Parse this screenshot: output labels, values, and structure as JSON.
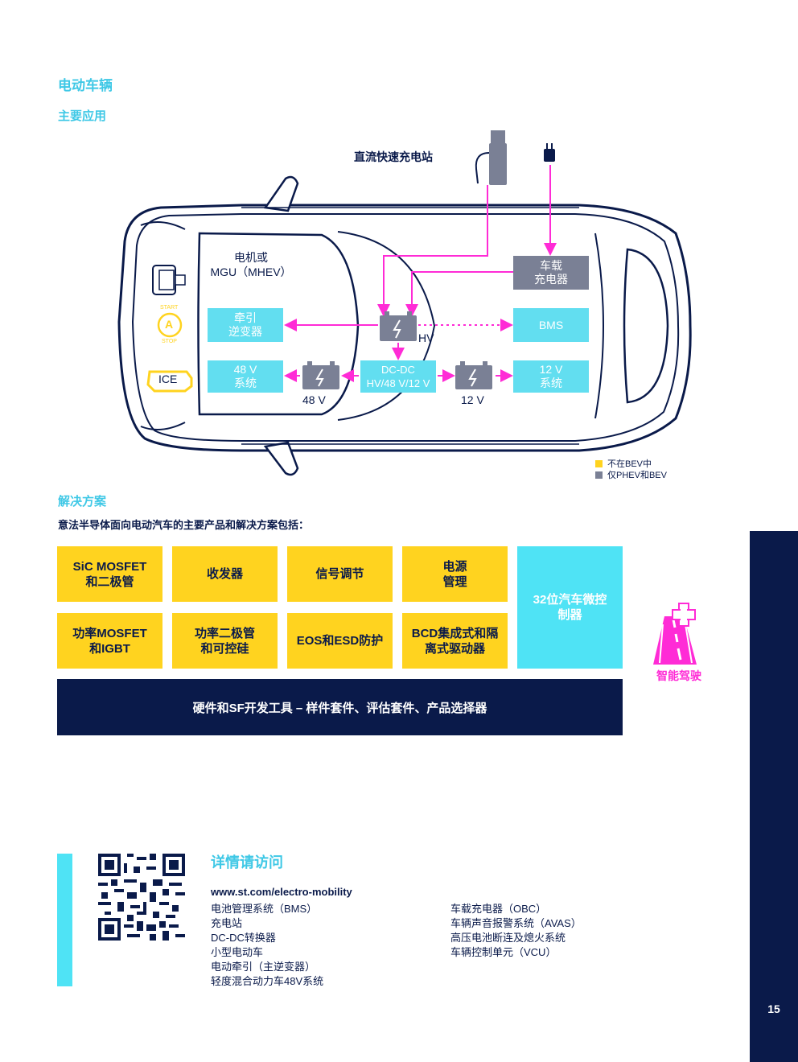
{
  "headings": {
    "title": "电动车辆",
    "main_apps": "主要应用",
    "solutions": "解决方案"
  },
  "diagram": {
    "charging_station": "直流快速充电站",
    "motor": "电机或\nMGU（MHEV）",
    "obc": "车载\n充电器",
    "traction_inverter": "牵引\n逆变器",
    "bms": "BMS",
    "hv": "HV",
    "sys48": "48 V\n系统",
    "dcdc": "DC-DC\nHV/48 V/12 V",
    "sys12": "12 V\n系统",
    "batt48": "48 V",
    "batt12": "12 V",
    "start": "START",
    "stop": "STOP",
    "start_letter": "A",
    "ice": "ICE"
  },
  "legend": {
    "not_in_bev": "不在BEV中",
    "phev_bev_only": "仅PHEV和BEV",
    "colors": {
      "yellow": "#ffd31f",
      "gray": "#7a8095"
    }
  },
  "solutions": {
    "intro": "意法半导体面向电动汽车的主要产品和解决方案包括：",
    "boxes": [
      "SiC MOSFET\n和二极管",
      "收发器",
      "信号调节",
      "电源\n管理",
      "功率MOSFET\n和IGBT",
      "功率二极管\n和可控硅",
      "EOS和ESD防护",
      "BCD集成式和隔\n离式驱动器"
    ],
    "mcu": "32位汽车微控\n制器",
    "tools": "硬件和SF开发工具 – 样件套件、评估套件、产品选择器",
    "adas_label": "智能驾驶"
  },
  "more_info": {
    "title": "详情请访问",
    "url": "www.st.com/electro-mobility",
    "left_links": [
      "电池管理系统（BMS）",
      "充电站",
      "DC-DC转换器",
      "小型电动车",
      "电动牵引（主逆变器）",
      "轻度混合动力车48V系统"
    ],
    "right_links": [
      "车载充电器（OBC）",
      "车辆声音报警系统（AVAS）",
      "高压电池断连及熄火系统",
      "车辆控制单元（VCU）"
    ]
  },
  "page_number": "15",
  "colors": {
    "navy": "#0a1a4a",
    "cyan": "#3fc8e6",
    "yellow": "#ffd31f",
    "magenta": "#ff2bd6"
  }
}
